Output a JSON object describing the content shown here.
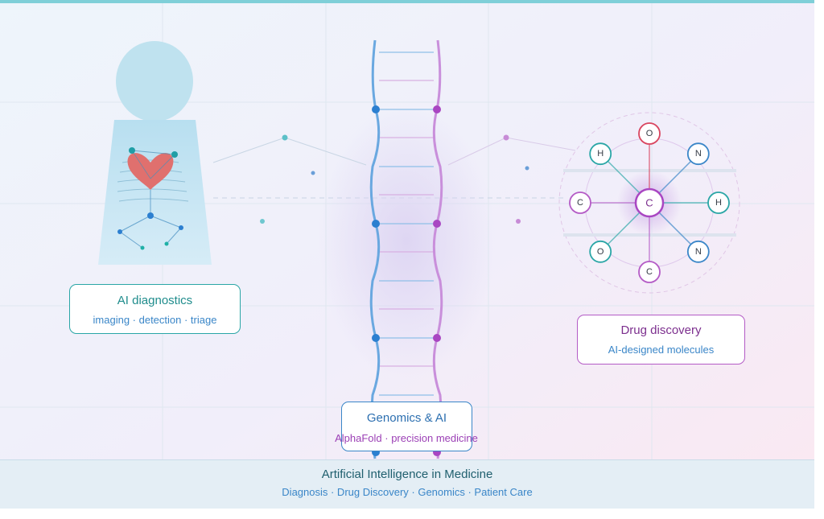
{
  "colors": {
    "top_bar": "#7fcfd8",
    "teal": "#2aa6a6",
    "blue": "#3a86c8",
    "purple": "#b45bc6",
    "heart": "#e0706e",
    "oxygen": "#d9455f"
  },
  "diagnostics": {
    "title": "AI diagnostics",
    "subtitle": "imaging · detection · triage",
    "icon": "human-silhouette-with-heart"
  },
  "genomics": {
    "title": "Genomics & AI",
    "subtitle": "AlphaFold · precision medicine",
    "icon": "dna-double-helix"
  },
  "drug": {
    "title": "Drug discovery",
    "subtitle": "AI-designed molecules",
    "icon": "molecule",
    "center_atom": "C",
    "atoms": [
      {
        "label": "O",
        "color": "oxygen"
      },
      {
        "label": "N",
        "color": "blue"
      },
      {
        "label": "H",
        "color": "teal"
      },
      {
        "label": "N",
        "color": "blue"
      },
      {
        "label": "C",
        "color": "purple"
      },
      {
        "label": "O",
        "color": "teal"
      },
      {
        "label": "C",
        "color": "purple"
      },
      {
        "label": "H",
        "color": "teal"
      }
    ]
  },
  "footer": {
    "title": "Artificial Intelligence in Medicine",
    "subtitle": "Diagnosis · Drug Discovery · Genomics · Patient Care"
  }
}
